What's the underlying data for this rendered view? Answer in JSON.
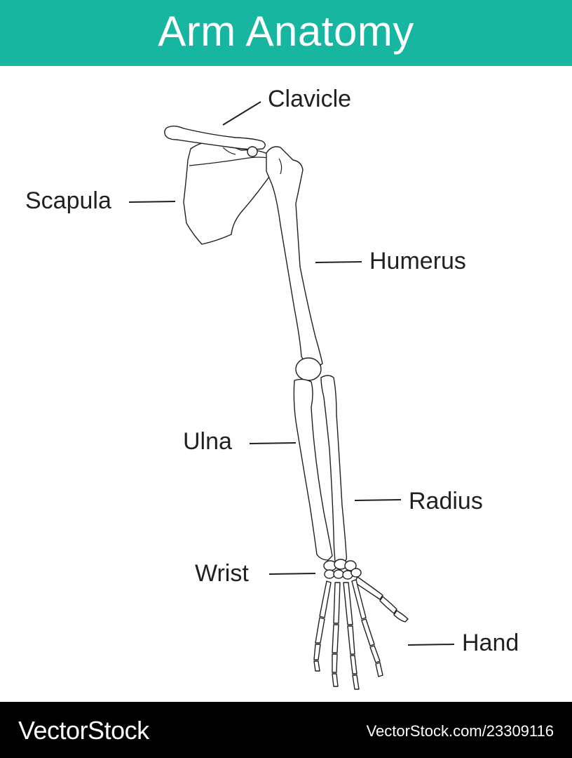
{
  "header": {
    "title": "Arm Anatomy",
    "background_color": "#16b6a0"
  },
  "labels": {
    "clavicle": "Clavicle",
    "scapula": "Scapula",
    "humerus": "Humerus",
    "ulna": "Ulna",
    "radius": "Radius",
    "wrist": "Wrist",
    "hand": "Hand"
  },
  "footer": {
    "brand": "VectorStock",
    "stock_id": "VectorStock.com/23309116"
  }
}
